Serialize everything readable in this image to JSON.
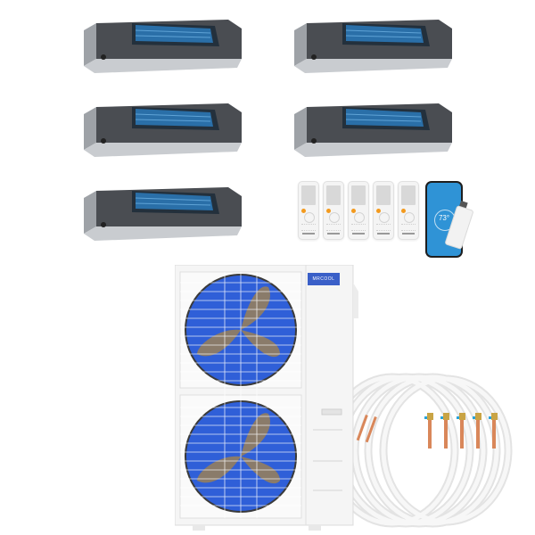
{
  "image": {
    "description": "Product photo of a multi-zone ductless mini-split kit: five concealed ducted indoor air handlers, five wireless remote controls, a smartphone app with Wi-Fi USB module, a dual-fan outdoor condenser, and five line-set coils",
    "background": "#ffffff"
  },
  "indoor_units": {
    "count": 5,
    "type": "ducted air handler",
    "items": [
      {
        "position": "top-left"
      },
      {
        "position": "top-right"
      },
      {
        "position": "middle-left"
      },
      {
        "position": "middle-right"
      },
      {
        "position": "bottom-left"
      }
    ],
    "colors": {
      "body": "#4a4d52",
      "coil": "#2a6fa8",
      "base": "#c9ccd0"
    }
  },
  "remotes": {
    "count": 5,
    "power_button_color": "#f39a1e"
  },
  "phone_app": {
    "temperature": "73°",
    "screen_color": "#2f93d6"
  },
  "outdoor_unit": {
    "brand": "MRCOOL",
    "fans": 2,
    "colors": {
      "fan_blue": "#2f5fd8",
      "blade": "#8a7b6a",
      "casing": "#f5f5f5",
      "logo_bg": "#3a5fc8"
    }
  },
  "line_sets": {
    "count": 5,
    "colors": {
      "insulation": "#f2f2f2",
      "copper": "#d9875a",
      "flare_nut": "#c9a445",
      "cap": "#29a3d9"
    }
  }
}
